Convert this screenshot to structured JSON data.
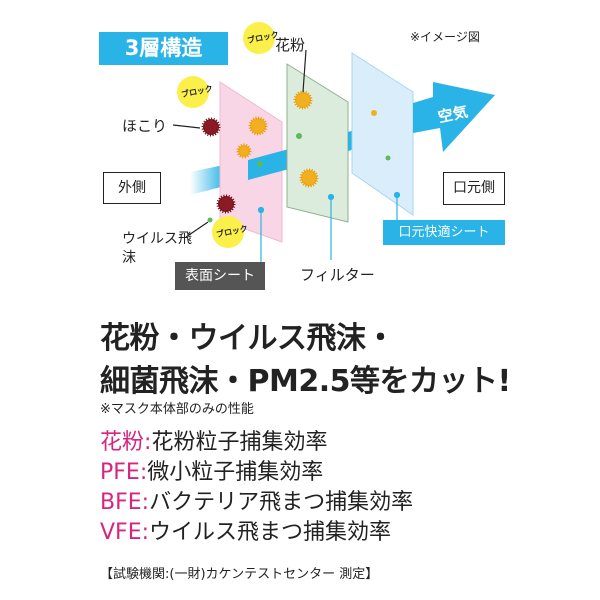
{
  "diagram": {
    "title": "3層構造",
    "image_note": "※イメージ図",
    "outside_label": "外側",
    "mouth_label": "口元側",
    "air_label": "空気",
    "dust_label": "ほこり",
    "pollen_label": "花粉",
    "virus_label": "ウイルス飛沫",
    "block_label": "ブロック",
    "layers": [
      "表面シート",
      "フィルター",
      "口元快適シート"
    ],
    "colors": {
      "accent": "#2ab3e6",
      "pink_layer": "#f8d6e6",
      "green_layer": "#dcecdc",
      "blue_layer": "#d9eefa",
      "dark_label": "#555555"
    }
  },
  "headline": {
    "line1": "花粉・ウイルス飛沫・",
    "line2": "細菌飛沫・PM2.5等をカット!"
  },
  "performance_note": "※マスク本体部のみの性能",
  "efficiencies": [
    {
      "key": "花粉",
      "sep": ":",
      "value": "花粉粒子捕集効率"
    },
    {
      "key": "PFE",
      "sep": ":",
      "value": "微小粒子捕集効率"
    },
    {
      "key": "BFE",
      "sep": ":",
      "value": "バクテリア飛まつ捕集効率"
    },
    {
      "key": "VFE",
      "sep": ":",
      "value": "ウイルス飛まつ捕集効率"
    }
  ],
  "footer": "【試験機関:(一財)カケンテストセンター 測定】",
  "key_color": "#d6257f"
}
